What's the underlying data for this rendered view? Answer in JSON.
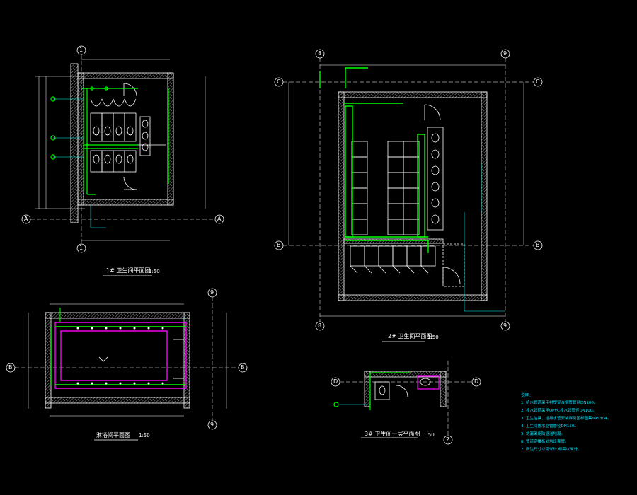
{
  "drawings": {
    "plan1": {
      "title": "1# 卫生间平面图",
      "scale": "1:50"
    },
    "plan2": {
      "title": "2# 卫生间平面图",
      "scale": "1:50"
    },
    "plan3": {
      "title": "3# 卫生间一层平面图",
      "scale": "1:50"
    },
    "plan4": {
      "title": "淋浴间平面图",
      "scale": "1:50"
    }
  },
  "axes": {
    "plan1": {
      "top": "1",
      "bottom": "1",
      "left": "A",
      "right": "A"
    },
    "plan2": {
      "top_left": "8",
      "top_right": "9",
      "bottom_left": "8",
      "bottom_right": "9",
      "left_top": "C",
      "right_top": "C",
      "left_bottom": "B",
      "right_bottom": "B"
    },
    "plan3": {
      "left": "D",
      "right": "D",
      "bottom": "2"
    },
    "plan4": {
      "top": "9",
      "bottom": "9",
      "left": "B",
      "right": "B"
    }
  },
  "notes": {
    "heading": "说明:",
    "items": [
      "1. 给水管道采用衬塑复合钢管管径DN100。",
      "2. 排水管道采用UPVC排水管管径DN100。",
      "3. 卫生洁具、给排水管安装详见国标图集99S304。",
      "4. 卫生间排水立管管径DN150。",
      "5. 地漏采用防返溢地漏。",
      "6. 管道穿楼板处均设套管。",
      "7. 所注尺寸以毫米计,标高以米计。"
    ]
  },
  "colors": {
    "background": "#000000",
    "wall": "#ffffff",
    "hatch": "#b8b8b8",
    "water_supply": "#00ff00",
    "hot_water": "#ff00ff",
    "dimension": "#00ffff",
    "fixture": "#ffffff",
    "axis_line": "#ffffff"
  }
}
